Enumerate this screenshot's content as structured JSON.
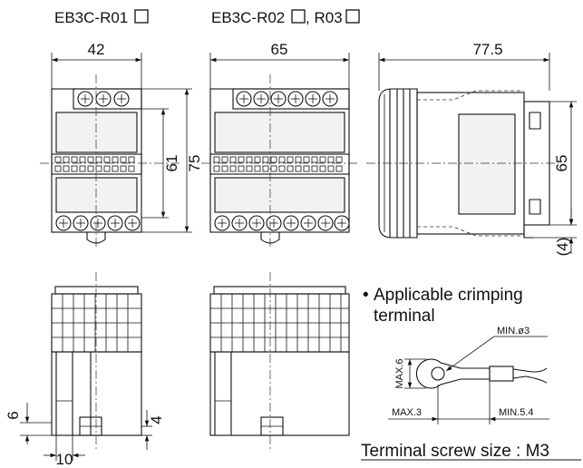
{
  "titles": {
    "r01": "EB3C-R01",
    "r02": "EB3C-R02",
    "r03": ", R03"
  },
  "dimensions": {
    "r01_width": "42",
    "r02_width": "65",
    "side_depth": "77.5",
    "height_61": "61",
    "height_75": "75",
    "rail_65": "65",
    "rail_4": "(4)",
    "bottom_6": "6",
    "bottom_10": "10",
    "bottom_4": "4"
  },
  "crimp_terminal": {
    "bullet": "•",
    "title_line1": "Applicable crimping",
    "title_line2": "terminal",
    "min_dia": "MIN.ø3",
    "max_6": "MAX.6",
    "max_3": "MAX.3",
    "min_5_4": "MIN.5.4"
  },
  "screw_size": "Terminal screw size : M3"
}
